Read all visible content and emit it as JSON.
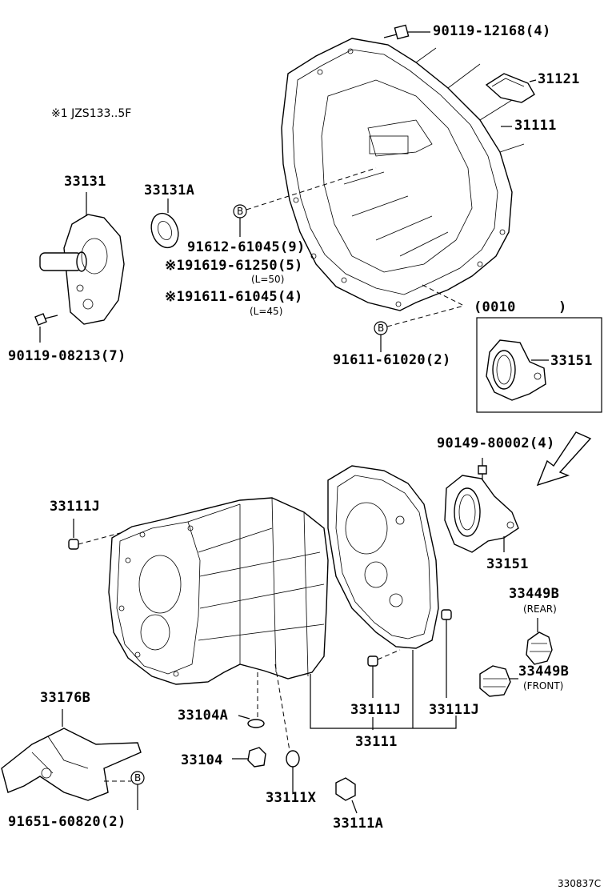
{
  "note": "※1  JZS133..5F",
  "labels": {
    "p90119_12168": "90119-12168(4)",
    "p31121": "31121",
    "p31111": "31111",
    "p33131": "33131",
    "p33131A": "33131A",
    "p91612": "91612-61045(9)",
    "p91619": "※191619-61250(5)",
    "l50": "(L=50)",
    "p91611_45": "※191611-61045(4)",
    "l45": "(L=45)",
    "p90119_08213": "90119-08213(7)",
    "code": "(0010",
    "code_close": ")",
    "p91611_20": "91611-61020(2)",
    "p33151_box": "33151",
    "p90149": "90149-80002(4)",
    "p33111J_left": "33111J",
    "p33151": "33151",
    "p33449B_rear": "33449B",
    "rear": "(REAR)",
    "p33449B_front": "33449B",
    "front": "(FRONT)",
    "p33176B": "33176B",
    "p33104A": "33104A",
    "p33111J_mid": "33111J",
    "p33111J_right": "33111J",
    "p33111": "33111",
    "p33104": "33104",
    "p33111X": "33111X",
    "p33111A": "33111A",
    "p91651": "91651-60820(2)",
    "figure_code": "330837C"
  },
  "markers": {
    "b1": "B",
    "b2": "B",
    "b3": "B"
  }
}
